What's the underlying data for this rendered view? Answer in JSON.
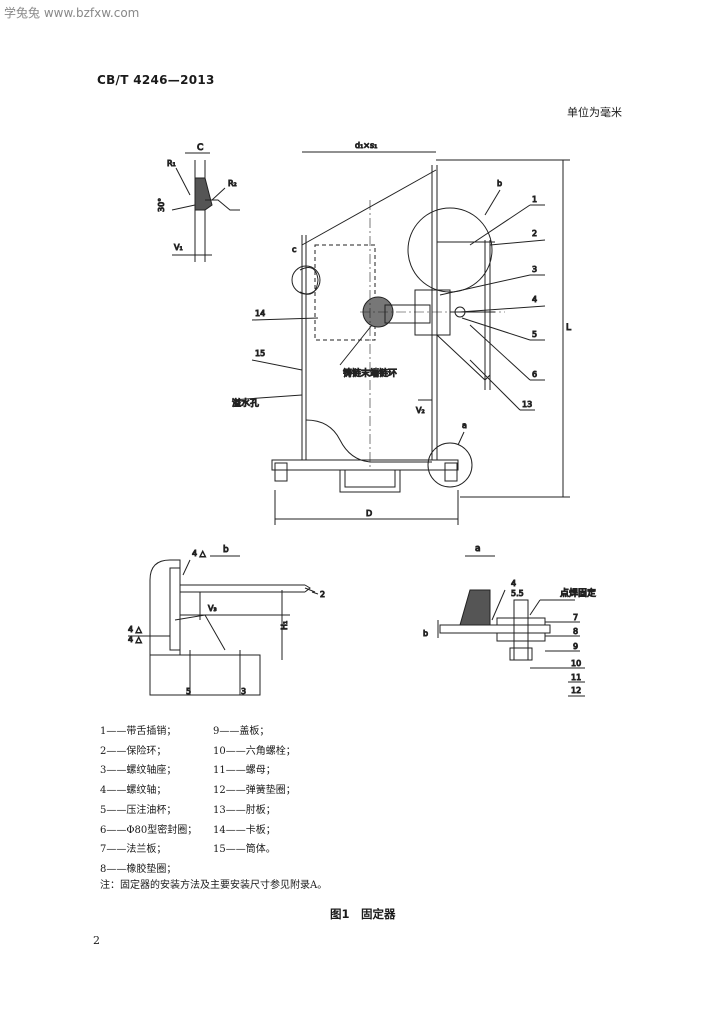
{
  "watermark": "学兔兔 www.bzfxw.com",
  "header": {
    "standard": "CB/T 4246—2013",
    "unit": "单位为毫米"
  },
  "figure_labels": {
    "view_c": "C",
    "view_b": "b",
    "view_a": "a",
    "dim_top": "d₁×s₁",
    "dim_L": "L",
    "dim_D": "D",
    "dim_V": "V₁",
    "dim_V2": "V₂",
    "dim_V3": "V₃",
    "dim_H": "H₁",
    "angle": "30°",
    "weld_r1": "R₁",
    "weld_r2": "R₂",
    "weld_b": "4 △",
    "weld_b2": "4 △",
    "weld_b3": "4 △",
    "weld_a": "4",
    "weld_a2": "5.5",
    "note_chain": "铸链末端链环",
    "note_drain": "溢水孔",
    "note_spot": "点焊固定",
    "n1": "1",
    "n2": "2",
    "n3": "3",
    "n4": "4",
    "n5": "5",
    "n6": "6",
    "n7": "7",
    "n8": "8",
    "n9": "9",
    "n10": "10",
    "n11": "11",
    "n12": "12",
    "n13": "13",
    "n14": "14",
    "n15": "15",
    "c_label": "c"
  },
  "legend": {
    "left": [
      "1——带舌插销；",
      "2——保险环；",
      "3——螺纹轴座；",
      "4——螺纹轴；",
      "5——压注油杯；",
      "6——Φ80型密封圈；",
      "7——法兰板；",
      "8——橡胶垫圈；"
    ],
    "right": [
      "9——盖板；",
      "10——六角螺栓；",
      "11——螺母；",
      "12——弹簧垫圈；",
      "13——肘板；",
      "14——卡板；",
      "15——筒体。"
    ]
  },
  "note": "注：固定器的安装方法及主要安装尺寸参见附录A。",
  "caption": "图1　固定器",
  "page_number": "2"
}
